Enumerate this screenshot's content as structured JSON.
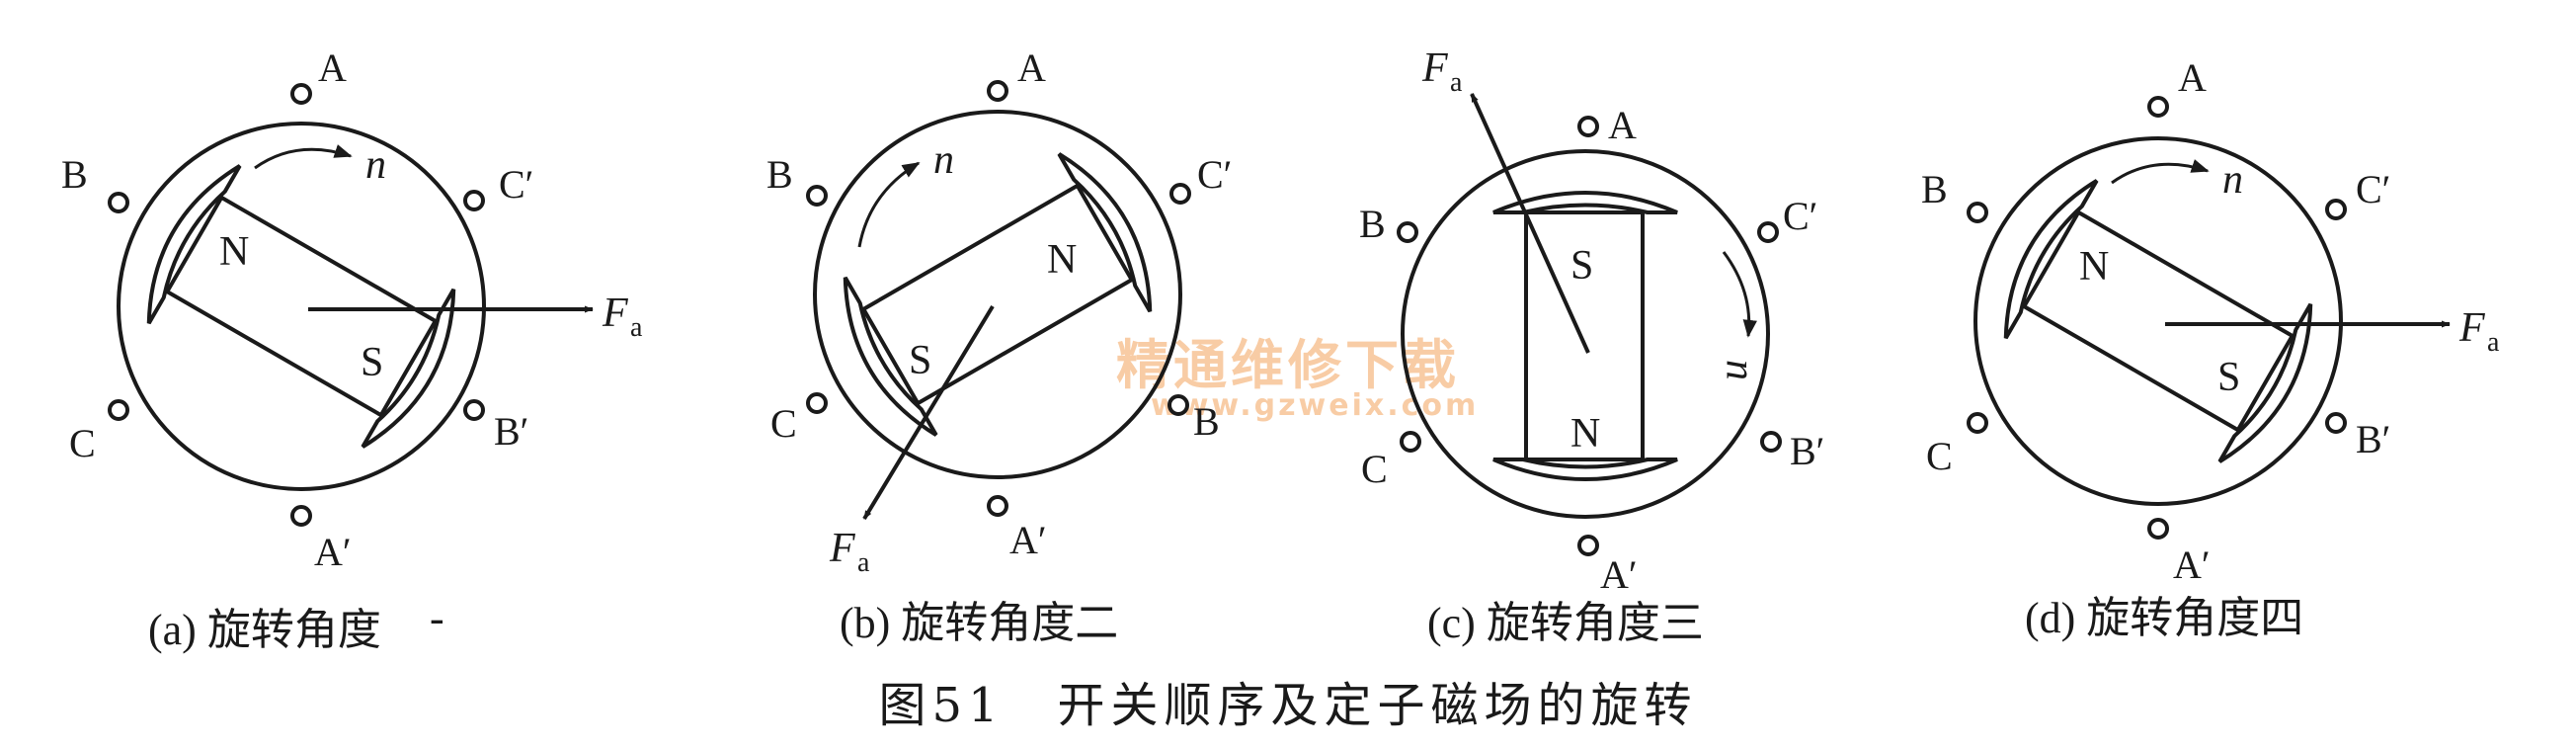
{
  "figure_title": "图51　开关顺序及定子磁场的旋转",
  "watermark": {
    "text": "精通维修下载",
    "url": "www.gzweix.com"
  },
  "labels": {
    "A": "A",
    "A_prime": "A′",
    "B": "B",
    "B_prime": "B′",
    "C": "C",
    "C_prime": "C′",
    "north": "N",
    "south": "S",
    "speed": "n",
    "force": "F",
    "force_sub": "a"
  },
  "panels": [
    {
      "id": "a",
      "caption": "(a) 旋转角度",
      "extra_mark": "-",
      "b_prime_label": "B′"
    },
    {
      "id": "b",
      "caption": "(b) 旋转角度二",
      "b_prime_label": "B"
    },
    {
      "id": "c",
      "caption": "(c) 旋转角度三",
      "b_prime_label": "B′",
      "speed_label": "u"
    },
    {
      "id": "d",
      "caption": "(d) 旋转角度四",
      "b_prime_label": "B′"
    }
  ]
}
